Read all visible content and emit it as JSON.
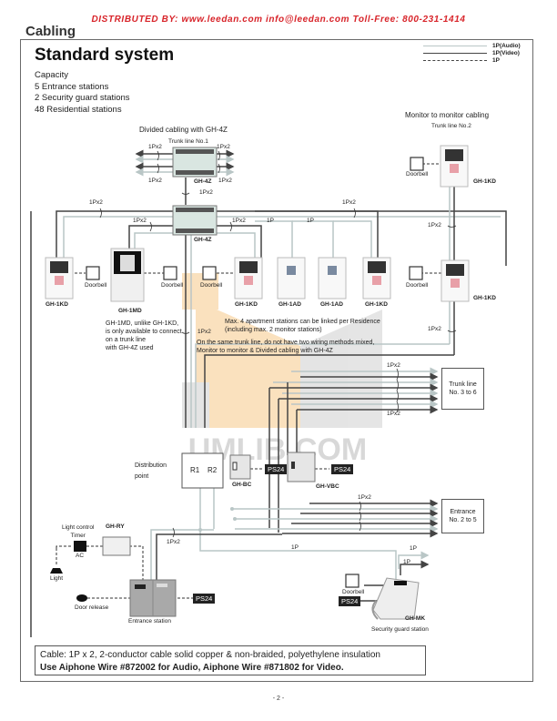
{
  "header": {
    "distributor": "DISTRIBUTED BY:  www.leedan.com   info@leedan.com   Toll-Free: 800-231-1414",
    "section_title": "Cabling"
  },
  "diagram": {
    "title": "Standard system",
    "capacity": {
      "heading": "Capacity",
      "items": [
        "5 Entrance stations",
        "2 Security guard stations",
        "48 Residential stations"
      ]
    },
    "legend": [
      {
        "label": "1P(Audio)",
        "style": "light-solid"
      },
      {
        "label": "1P(Video)",
        "style": "dark-solid"
      },
      {
        "label": "1P",
        "style": "dashed"
      }
    ],
    "colors": {
      "audio_line": "#b9c6c6",
      "video_line": "#444444",
      "watermark_orange": "#f7c98a",
      "watermark_gray": "#c8c8c8",
      "distributor_red": "#d8242a"
    },
    "divided_cabling": {
      "title": "Divided cabling with GH-4Z",
      "trunk_label": "Trunk line No.1",
      "upper_adaptor": "GH-4Z",
      "lower_adaptor": "GH-4Z",
      "cable_label": "1Px2"
    },
    "monitor_cabling": {
      "title": "Monitor to monitor cabling",
      "trunk_label": "Trunk line No.2",
      "stations": [
        "GH-1KD",
        "GH-1KD"
      ]
    },
    "residential_stations": [
      {
        "model": "GH-1KD",
        "doorbell": "Doorbell"
      },
      {
        "model": "GH-1MD",
        "doorbell": "Doorbell"
      },
      {
        "model": "GH-1KD",
        "doorbell": "Doorbell"
      },
      {
        "model": "GH-1AD"
      },
      {
        "model": "GH-1AD"
      },
      {
        "model": "GH-1KD"
      }
    ],
    "labels": {
      "one_p": "1P",
      "one_px2": "1Px2",
      "doorbell": "Doorbell"
    },
    "notes": {
      "gh1md": "GH-1MD, unlike GH-1KD, is only available to connect on a trunk line with GH-4Z used",
      "gh1md_lines": [
        "GH-1MD, unlike GH-1KD,",
        "is only available to connect",
        "on a trunk line",
        "with GH-4Z used"
      ],
      "max_apartment": [
        "Max. 4 apartment stations can be linked per Residence",
        "(including max. 2 monitor stations)"
      ],
      "no_mix": [
        "On the same trunk line, do not have two wiring methods mixed,",
        "Monitor to monitor & Divided cabling with GH-4Z"
      ]
    },
    "trunk_box": [
      "Trunk line",
      "No. 3  to 6"
    ],
    "entrance_box": [
      "Entrance",
      "No. 2  to 5"
    ],
    "distribution": {
      "label": [
        "Distribution",
        "point"
      ],
      "r1": "R1",
      "r2": "R2"
    },
    "controllers": {
      "bus_audio": "GH-BC",
      "bus_video": "GH-VBC",
      "power": "PS24"
    },
    "entrance_area": {
      "relay": "GH-RY",
      "timer": [
        "Light control",
        "Timer"
      ],
      "ac": "AC",
      "light": "Light",
      "door_release": "Door release",
      "entrance_station": "Entrance station",
      "power": "PS24"
    },
    "guard": {
      "model": "GH-MK",
      "label": "Security guard station",
      "doorbell": "Doorbell",
      "power": "PS24"
    },
    "watermark": "UMLIB.COM"
  },
  "cable_spec": {
    "line1": "Cable: 1P x 2, 2-conductor cable solid copper & non-braided, polyethylene insulation",
    "line2": "Use Aiphone Wire #872002 for Audio, Aiphone Wire #871802 for Video."
  },
  "footer": {
    "page": "- 2 -"
  }
}
